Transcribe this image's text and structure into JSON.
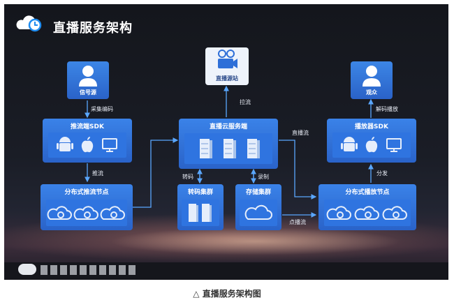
{
  "slide_title": "直播服务架构",
  "caption": "△ 直播服务架构图",
  "nodes": {
    "signal_source": "信号源",
    "origin_site": "直播源站",
    "audience": "观众",
    "push_sdk": "推流端SDK",
    "cloud_server": "直播云服务端",
    "player_sdk": "播放器SDK",
    "dist_push": "分布式推流节点",
    "transcode_cluster": "转码集群",
    "storage_cluster": "存储集群",
    "dist_play": "分布式播放节点"
  },
  "edges": {
    "capture_encode": "采集编码",
    "push": "推流",
    "pull": "拉流",
    "transcode": "转码",
    "record": "录制",
    "live_stream": "直播流",
    "vod": "点播流",
    "distribute": "分发",
    "decode_play": "解码播放"
  },
  "icons": [
    "cloud-logo-icon",
    "person-icon",
    "camera-icon",
    "android-icon",
    "apple-icon",
    "monitor-icon",
    "server-icon",
    "cloud-icon"
  ],
  "colors": {
    "box": "#2f6fd6",
    "box_light": "#3d86ea",
    "line": "#5aa7ff",
    "background": "#16181f"
  }
}
